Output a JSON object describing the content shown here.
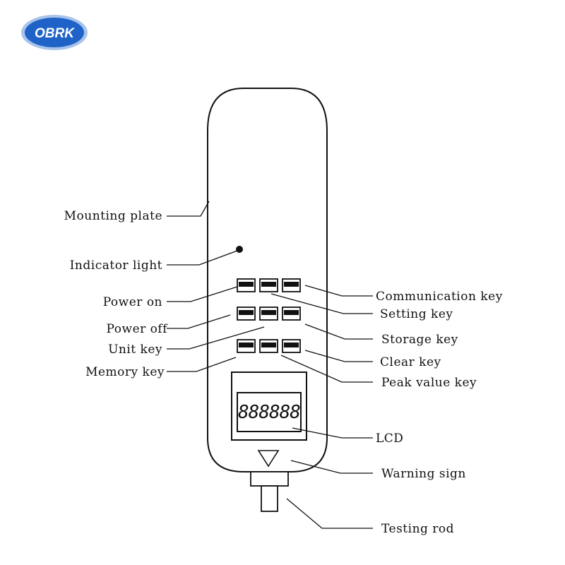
{
  "brand": {
    "logo_text": "OBRK",
    "logo_color": "#1f63c8",
    "logo_ring_color": "#a9c3ea"
  },
  "lcd": {
    "digits": "888888"
  },
  "labels": {
    "mounting_plate": "Mounting plate",
    "indicator_light": "Indicator light",
    "power_on": "Power on",
    "power_off": "Power off",
    "unit_key": "Unit key",
    "memory_key": "Memory key",
    "communication_key": "Communication key",
    "setting_key": "Setting key",
    "storage_key": "Storage key",
    "clear_key": "Clear key",
    "peak_value_key": "Peak value key",
    "lcd": "LCD",
    "warning_sign": "Warning sign",
    "testing_rod": "Testing rod"
  }
}
